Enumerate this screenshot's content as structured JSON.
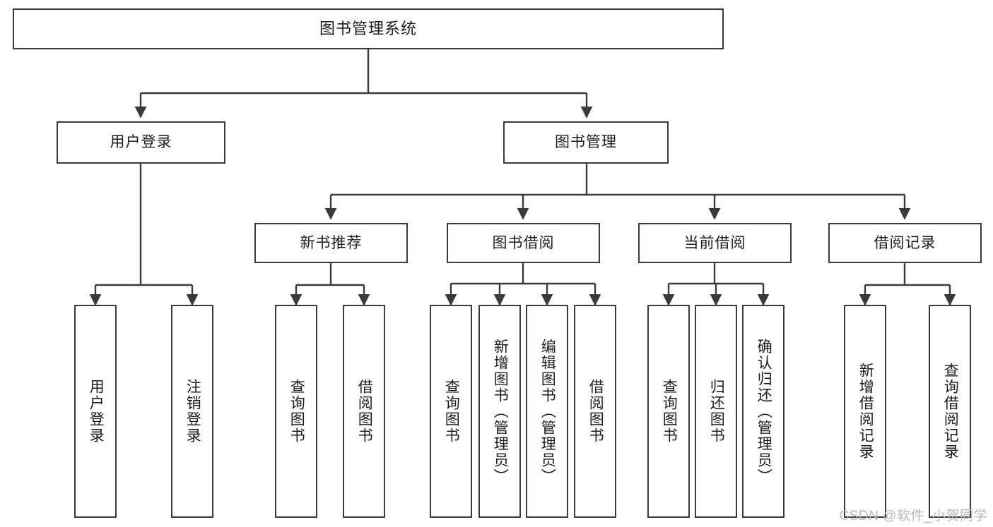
{
  "diagram": {
    "title": "图书管理系统",
    "watermark": "CSDN @软件_小贺同学",
    "nodes": {
      "root": {
        "label": "图书管理系统"
      },
      "level2": [
        {
          "id": "user-login",
          "label": "用户登录"
        },
        {
          "id": "book-manage",
          "label": "图书管理"
        }
      ],
      "level3": [
        {
          "id": "new-book-recommend",
          "label": "新书推荐"
        },
        {
          "id": "book-borrow",
          "label": "图书借阅"
        },
        {
          "id": "current-borrow",
          "label": "当前借阅"
        },
        {
          "id": "borrow-record",
          "label": "借阅记录"
        }
      ],
      "leaves": {
        "user_login": [
          {
            "id": "leaf-user-login",
            "label": "用户登录"
          },
          {
            "id": "leaf-logout-login",
            "label": "注销登录"
          }
        ],
        "new_book_recommend": [
          {
            "id": "leaf-query-book-1",
            "label": "查询图书"
          },
          {
            "id": "leaf-borrow-book-1",
            "label": "借阅图书"
          }
        ],
        "book_borrow": [
          {
            "id": "leaf-query-book-2",
            "label": "查询图书"
          },
          {
            "id": "leaf-add-book",
            "label": "新增图书（管理员）"
          },
          {
            "id": "leaf-edit-book",
            "label": "编辑图书（管理员）"
          },
          {
            "id": "leaf-borrow-book-2",
            "label": "借阅图书"
          }
        ],
        "current_borrow": [
          {
            "id": "leaf-query-book-3",
            "label": "查询图书"
          },
          {
            "id": "leaf-return-book",
            "label": "归还图书"
          },
          {
            "id": "leaf-confirm-return",
            "label": "确认归还（管理员）"
          }
        ],
        "borrow_record": [
          {
            "id": "leaf-add-borrow-record",
            "label": "新增借阅记录"
          },
          {
            "id": "leaf-query-borrow-record",
            "label": "查询借阅记录"
          }
        ]
      }
    },
    "colors": {
      "stroke": "#3a3a3a",
      "background": "#ffffff",
      "text": "#1c1c1c",
      "watermark": "#b9b9b9"
    }
  }
}
